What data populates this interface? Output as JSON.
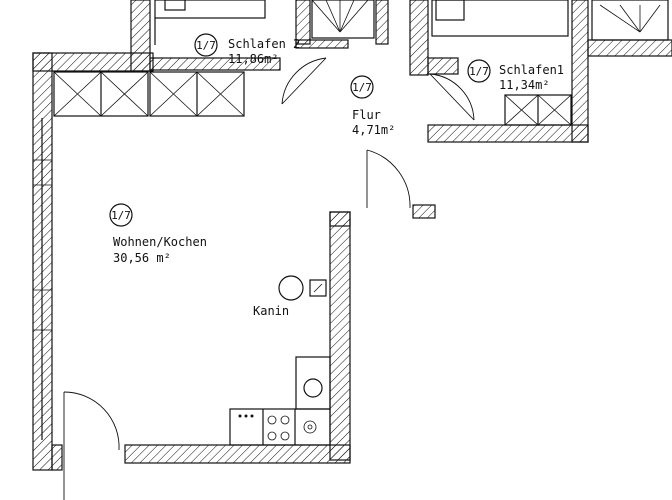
{
  "rooms": [
    {
      "id": "schlafen2",
      "code": "1/7",
      "name": "Schlafen 2",
      "area": "11,86m²"
    },
    {
      "id": "schlafen1",
      "code": "1/7",
      "name": "Schlafen1",
      "area": "11,34m²"
    },
    {
      "id": "flur",
      "code": "1/7",
      "name": "Flur",
      "area": "4,71m²"
    },
    {
      "id": "wohnen",
      "code": "1/7",
      "name": "Wohnen/Kochen",
      "area": "30,56 m²"
    }
  ],
  "fixtures": {
    "fireplace_label": "Kanin"
  },
  "colors": {
    "line": "#111111",
    "background": "#ffffff"
  }
}
